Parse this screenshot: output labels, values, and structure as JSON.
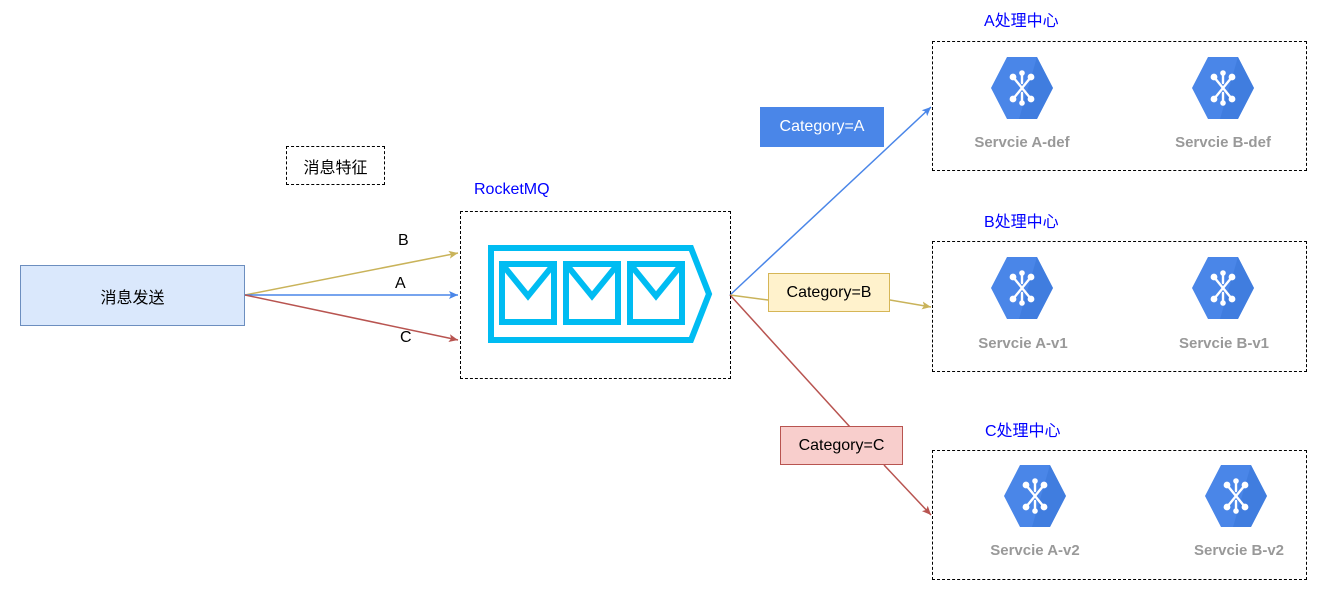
{
  "sender": {
    "label": "消息发送"
  },
  "feature_box": {
    "label": "消息特征"
  },
  "broker": {
    "title": "RocketMQ"
  },
  "edges_in": {
    "b": "B",
    "a": "A",
    "c": "C"
  },
  "categories": {
    "a": "Category=A",
    "b": "Category=B",
    "c": "Category=C"
  },
  "centers": [
    {
      "title": "A处理中心",
      "services": [
        "Servcie A-def",
        "Servcie B-def"
      ]
    },
    {
      "title": "B处理中心",
      "services": [
        "Servcie A-v1",
        "Servcie B-v1"
      ]
    },
    {
      "title": "C处理中心",
      "services": [
        "Servcie A-v2",
        "Servcie B-v2"
      ]
    }
  ],
  "colors": {
    "blue_edge": "#4a86e8",
    "yellow_edge": "#c9b35a",
    "red_edge": "#b85450",
    "mq_icon": "#00bcf2",
    "service_hex": "#4a86e8",
    "cat_a_fill": "#4a86e8",
    "cat_b_fill": "#fff2cc",
    "cat_c_fill": "#f8cecc"
  },
  "icons": {
    "queue": "message-queue-icon",
    "service": "service-hexagon-icon"
  }
}
